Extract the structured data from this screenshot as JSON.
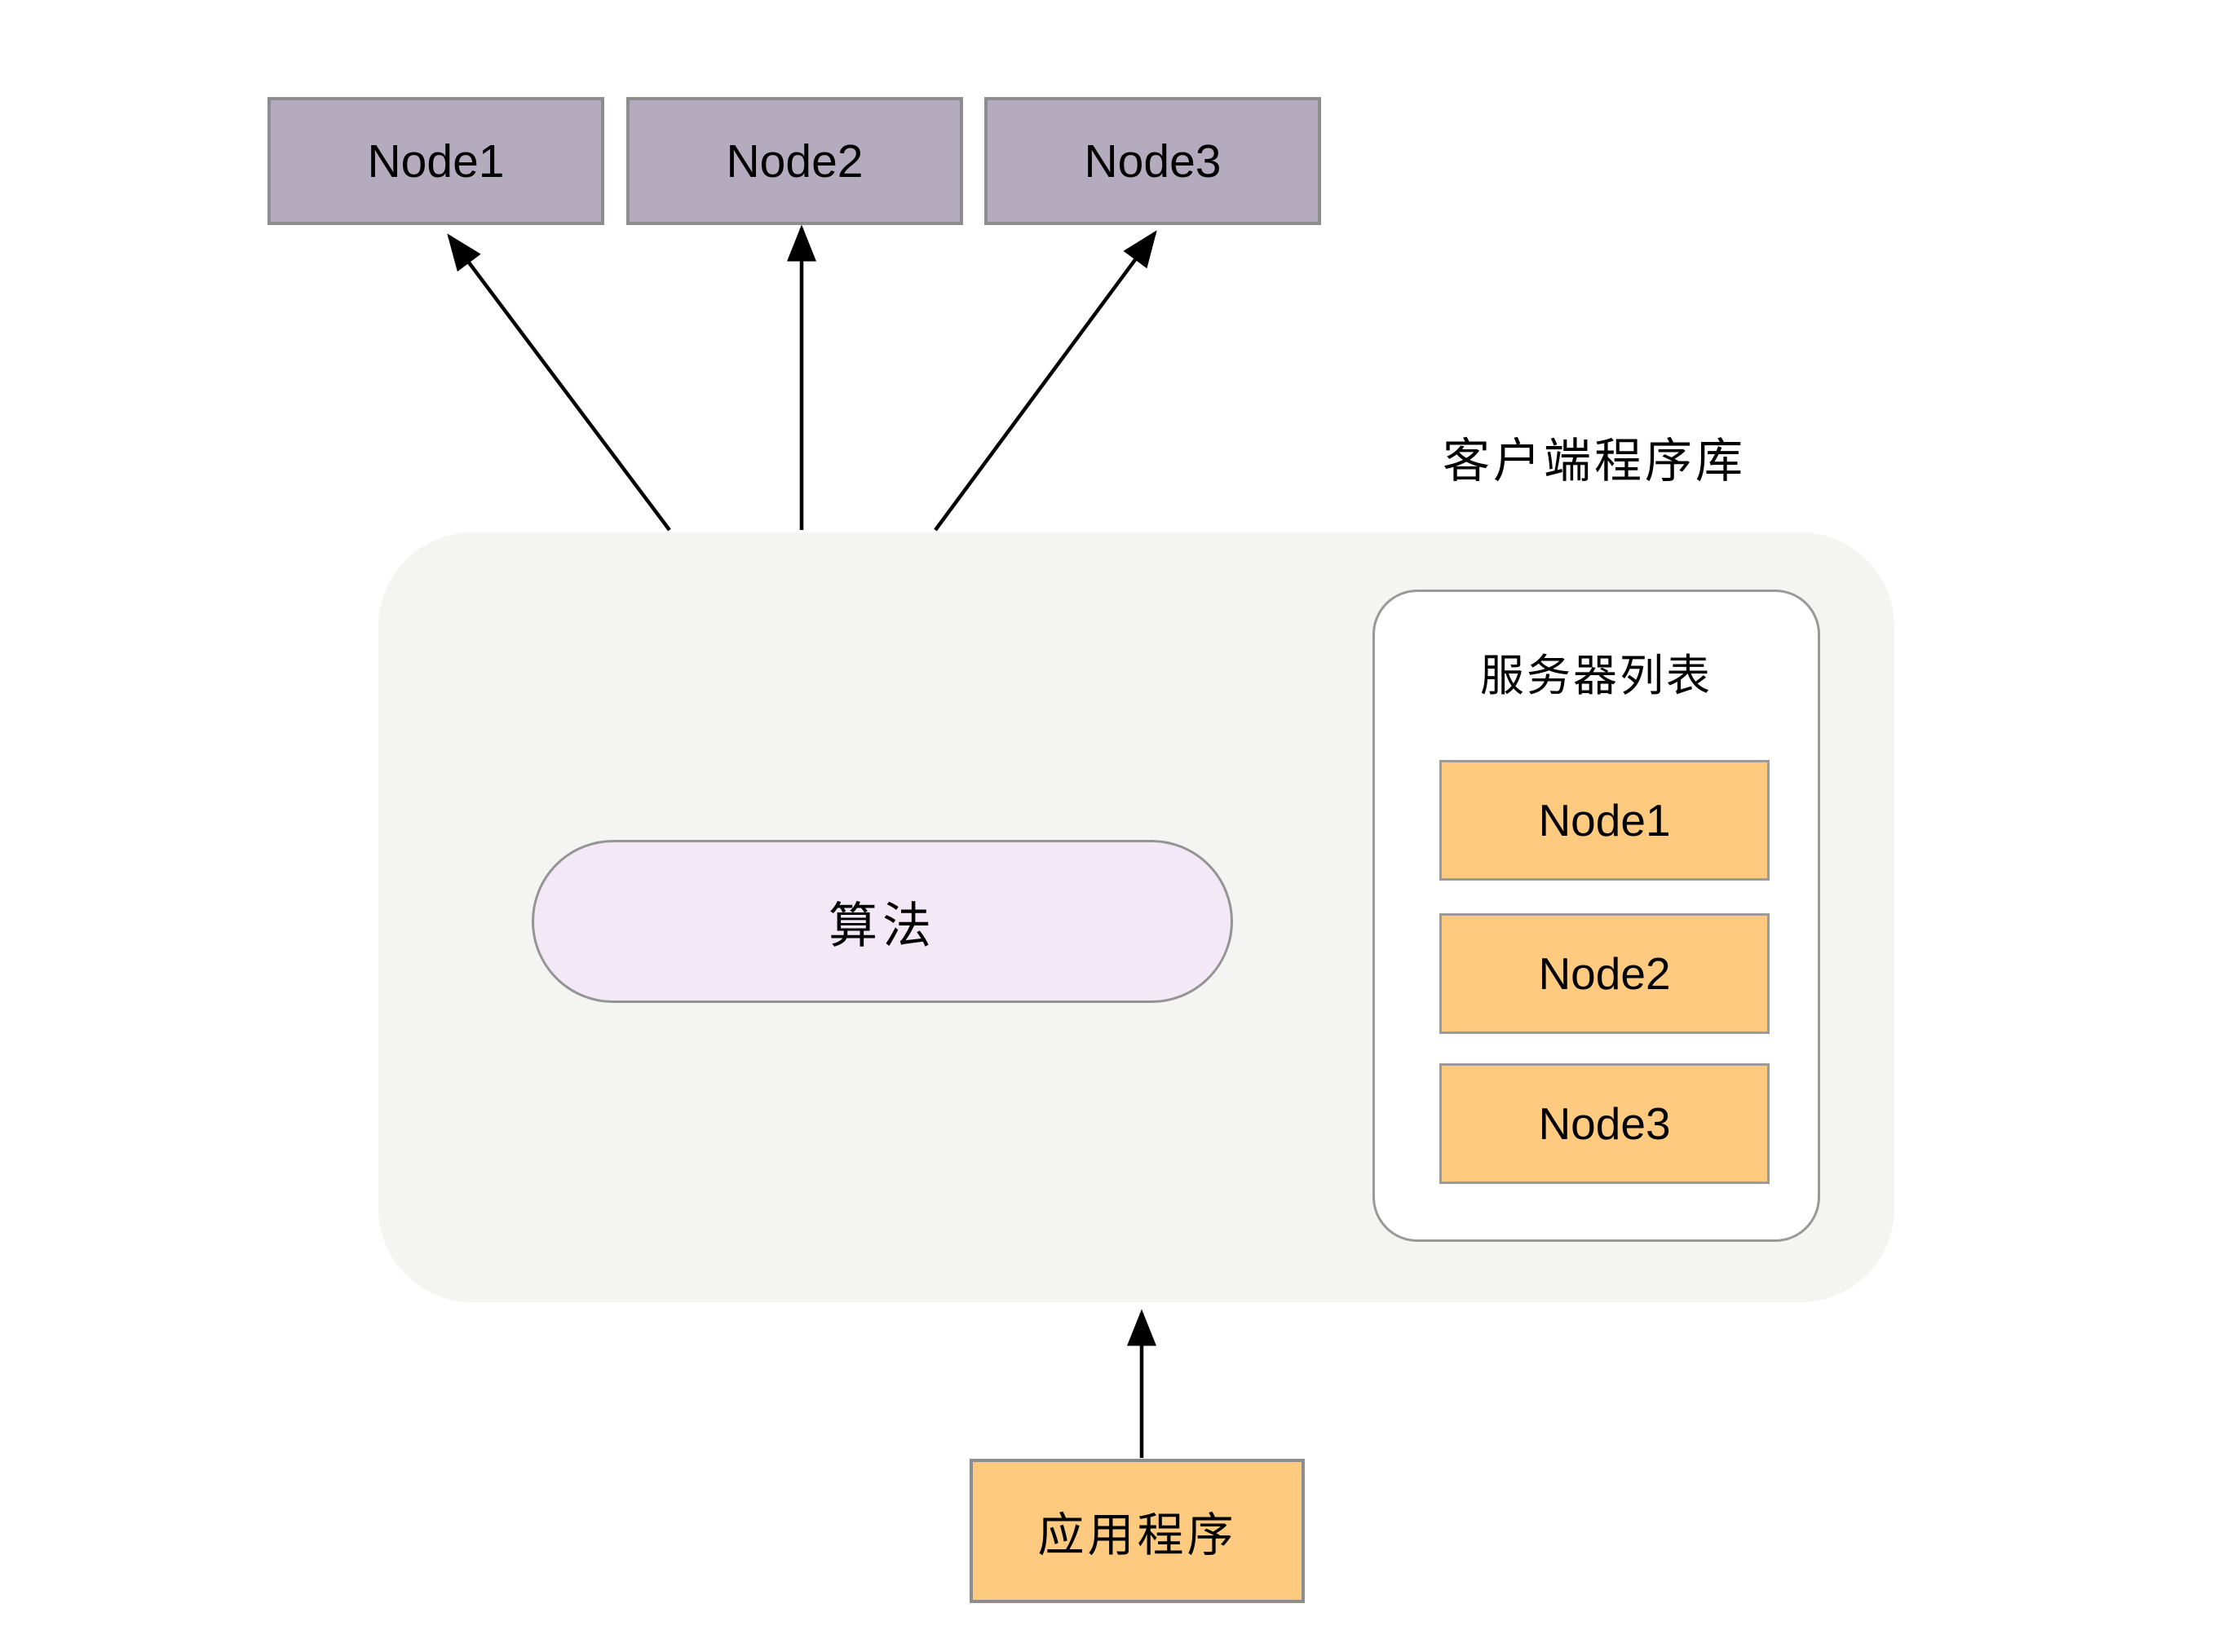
{
  "diagram": {
    "top_nodes": [
      {
        "label": "Node1"
      },
      {
        "label": "Node2"
      },
      {
        "label": "Node3"
      }
    ],
    "client_library": {
      "label": "客户端程序库",
      "algorithm": {
        "label": "算法"
      },
      "server_list": {
        "title": "服务器列表",
        "nodes": [
          {
            "label": "Node1"
          },
          {
            "label": "Node2"
          },
          {
            "label": "Node3"
          }
        ]
      }
    },
    "application": {
      "label": "应用程序"
    },
    "colors": {
      "top_node_fill": "#b5abbf",
      "top_node_border": "#8d8d8d",
      "list_node_fill": "#fdca80",
      "algorithm_fill": "#f2e8f6",
      "container_fill": "#f4f4f2",
      "box_border_gray": "#999999",
      "arrow": "#000000"
    }
  }
}
